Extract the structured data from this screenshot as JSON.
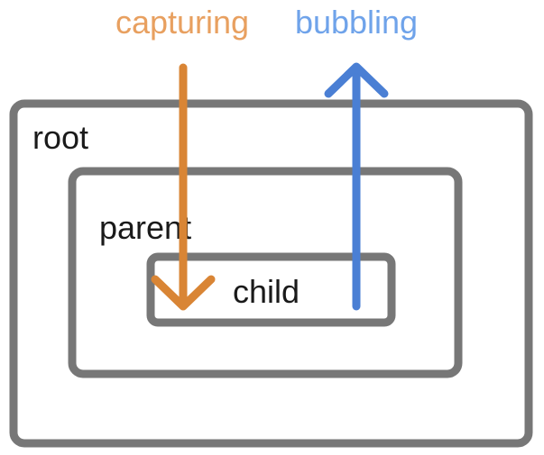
{
  "labels": {
    "capturing": "capturing",
    "bubbling": "bubbling",
    "root": "root",
    "parent": "parent",
    "child": "child"
  },
  "colors": {
    "capturing": "#d98535",
    "bubbling": "#4a7fd4",
    "box_stroke": "#777777",
    "text": "#1a1a1a",
    "capturing_label": "#e8a060",
    "bubbling_label": "#6fa3ea"
  }
}
